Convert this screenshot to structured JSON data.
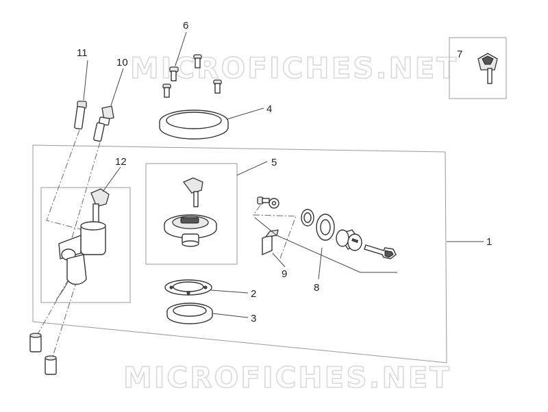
{
  "watermark": {
    "top": "MICROFICHES.NET",
    "bottom": "MICROFICHES.NET"
  },
  "callouts": {
    "c1": "1",
    "c2": "2",
    "c3": "3",
    "c4": "4",
    "c5": "5",
    "c6": "6",
    "c7": "7",
    "c8": "8",
    "c9": "9",
    "c10": "10",
    "c11": "11",
    "c12": "12"
  },
  "colors": {
    "line": "#333333",
    "watermark_outline": "#d9d9d9",
    "box": "#999999"
  }
}
